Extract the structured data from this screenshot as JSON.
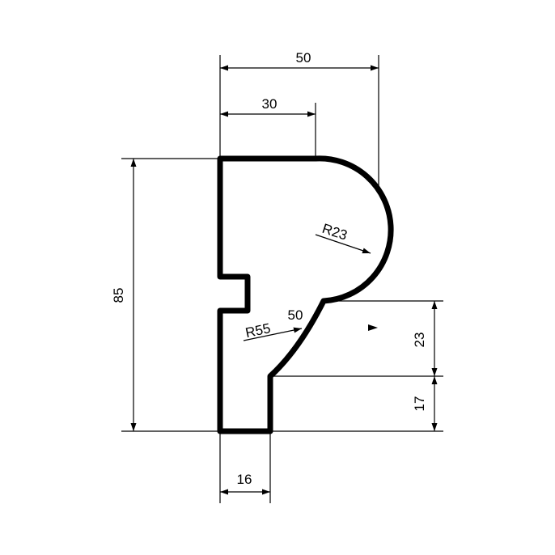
{
  "drawing": {
    "colors": {
      "background": "#ffffff",
      "profile_stroke": "#000000",
      "dimension_stroke": "#000000"
    },
    "dimensions": {
      "overall_width": "50",
      "top_width": "30",
      "overall_height": "85",
      "arc_radius": "R23",
      "curve_radius": "R55",
      "curve_label": "50",
      "upper_right_height": "23",
      "lower_right_height": "17",
      "base_width": "16"
    }
  }
}
